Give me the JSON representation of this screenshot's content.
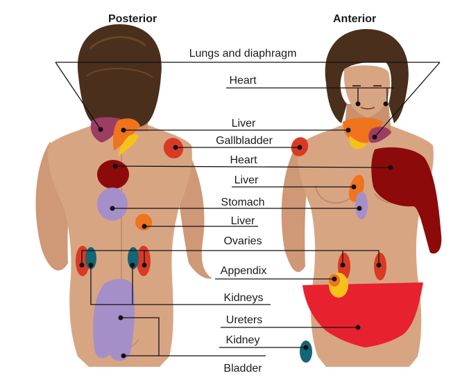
{
  "headings": {
    "posterior": "Posterior",
    "anterior": "Anterior"
  },
  "labels": {
    "lungs_diaphragm": "Lungs and diaphragm",
    "heart_face": "Heart",
    "liver_neck": "Liver",
    "gallbladder": "Gallbladder",
    "heart_chest": "Heart",
    "liver_upper": "Liver",
    "stomach": "Stomach",
    "liver_back": "Liver",
    "ovaries": "Ovaries",
    "appendix": "Appendix",
    "kidneys": "Kidneys",
    "ureters": "Ureters",
    "kidney": "Kidney",
    "bladder": "Bladder"
  },
  "colors": {
    "skin": "#d8a583",
    "skin_shadow": "#b97f5e",
    "hair": "#4a2f1c",
    "hair_light": "#6b4528",
    "dark_red": "#8d0a0a",
    "red": "#d6202c",
    "lavender": "#a58fc9",
    "orange": "#f0731e",
    "yellow": "#f5c21a",
    "mauve": "#9c3d63",
    "teal": "#126675",
    "red_orange": "#d93a24"
  }
}
